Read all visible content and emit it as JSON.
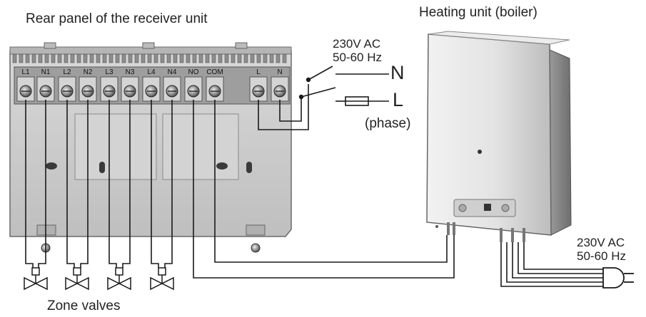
{
  "labels": {
    "receiver_title": "Rear panel of the receiver unit",
    "boiler_title": "Heating unit (boiler)",
    "supply_top_voltage": "230V AC",
    "supply_top_freq": "50-60 Hz",
    "neutral": "N",
    "live": "L",
    "phase": "(phase)",
    "supply_bottom_voltage": "230V AC",
    "supply_bottom_freq": "50-60 Hz",
    "zone_valves": "Zone valves"
  },
  "terminals": [
    "L1",
    "N1",
    "L2",
    "N2",
    "L3",
    "N3",
    "L4",
    "N4",
    "NO",
    "COM",
    "L",
    "N"
  ],
  "colors": {
    "panel": "#c9c9c9",
    "panel_shadow": "#8e8e8e",
    "boiler": "#dcdcdc",
    "wire": "#1a1a1a"
  }
}
